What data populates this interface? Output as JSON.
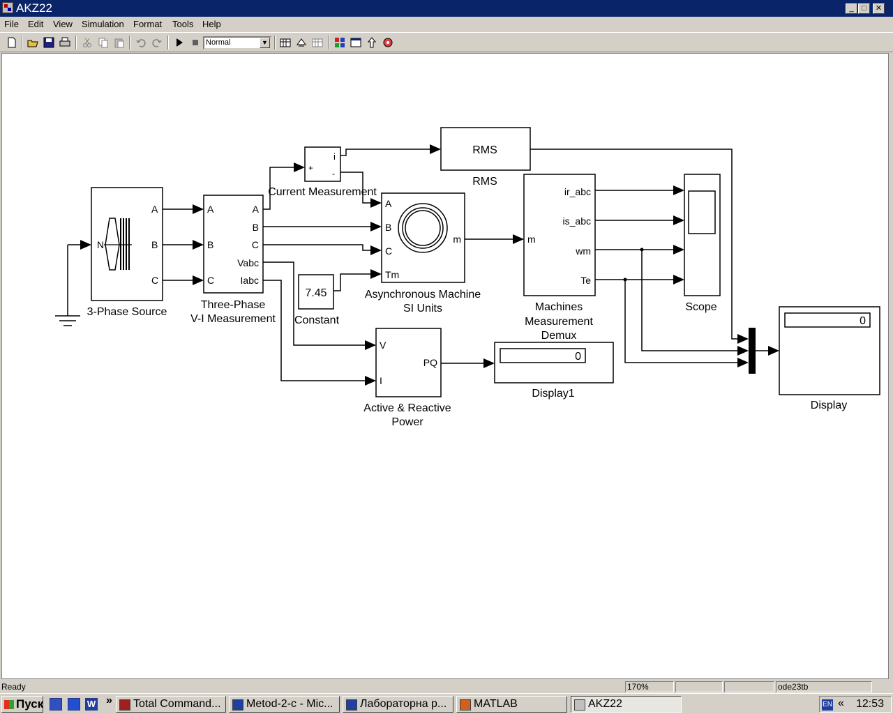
{
  "window": {
    "title": "AKZ22",
    "min_glyph": "_",
    "max_glyph": "□",
    "close_glyph": "✕"
  },
  "menu": [
    "File",
    "Edit",
    "View",
    "Simulation",
    "Format",
    "Tools",
    "Help"
  ],
  "toolbar": {
    "sim_mode": "Normal"
  },
  "blocks": {
    "source": {
      "label": "3-Phase Source",
      "ports": [
        "A",
        "B",
        "C",
        "N"
      ]
    },
    "vi_meas": {
      "label1": "Three-Phase",
      "label2": "V-I Measurement",
      "in_ports": [
        "A",
        "B",
        "C"
      ],
      "out_ports": [
        "A",
        "B",
        "C",
        "Vabc",
        "Iabc"
      ]
    },
    "current_meas": {
      "label": "Current Measurement",
      "plus": "+",
      "minus": "-",
      "out": "i"
    },
    "rms": {
      "text": "RMS",
      "label": "RMS"
    },
    "async_machine": {
      "label1": "Asynchronous Machine",
      "label2": "SI Units",
      "in_ports": [
        "A",
        "B",
        "C",
        "Tm"
      ],
      "out": "m"
    },
    "constant": {
      "value": "7.45",
      "label": "Constant"
    },
    "demux": {
      "label1": "Machines",
      "label2": "Measurement",
      "label3": "Demux",
      "in": "m",
      "outs": [
        "ir_abc",
        "is_abc",
        "wm",
        "Te"
      ]
    },
    "scope": {
      "label": "Scope"
    },
    "pq": {
      "label1": "Active & Reactive",
      "label2": "Power",
      "in_v": "V",
      "in_i": "I",
      "out": "PQ"
    },
    "display1": {
      "value": "0",
      "label": "Display1"
    },
    "display": {
      "value": "0",
      "label": "Display"
    }
  },
  "status": {
    "ready": "Ready",
    "zoom": "170%",
    "solver": "ode23tb"
  },
  "taskbar": {
    "start": "Пуск",
    "tasks": [
      "Total Command...",
      "Metod-2-c - Mic...",
      "Лабораторна р...",
      "MATLAB",
      "AKZ22"
    ],
    "chevron": "»",
    "lang": "EN",
    "tray_chevron": "«",
    "clock": "12:53"
  }
}
